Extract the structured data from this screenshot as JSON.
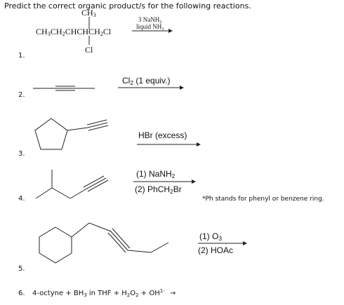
{
  "title": "Predict the correct organic product/s for the following reactions.",
  "reaction1": {
    "number": "1.",
    "ch3_top": "CH",
    "ch3_sub": "3",
    "main_chain": [
      "CH",
      "3",
      "CH",
      "2",
      "CHCHCH",
      "2",
      "Cl"
    ],
    "cl_bottom": "Cl",
    "reagent_line1": "3 NaNH",
    "reagent_line1_sub": "2",
    "reagent_line2": "liquid NH",
    "reagent_line2_sub": "3"
  },
  "reaction2": {
    "number": "2.",
    "reagent_cl": "Cl",
    "reagent_sub": "2",
    "reagent_rest": " (1 equiv.)"
  },
  "reaction3": {
    "number": "3.",
    "reagent": "HBr (excess)"
  },
  "reaction4": {
    "number": "4.",
    "step1": "(1) NaNH",
    "step1_sub": "2",
    "step2_a": "(2) PhCH",
    "step2_sub": "2",
    "step2_b": "Br",
    "note": "*Ph stands for phenyl or benzene ring."
  },
  "reaction5": {
    "number": "5.",
    "step1": "(1) O",
    "step1_sub": "3",
    "step2": "(2) HOAc"
  },
  "reaction6": {
    "number": "6.",
    "text_a": "4-octyne + BH",
    "sub_a": "3",
    "text_b": " in THF + H",
    "sub_b": "2",
    "text_c": "O",
    "sub_c": "2",
    "text_d": " + OH",
    "sup_d": "1-",
    "arrow": "→"
  }
}
